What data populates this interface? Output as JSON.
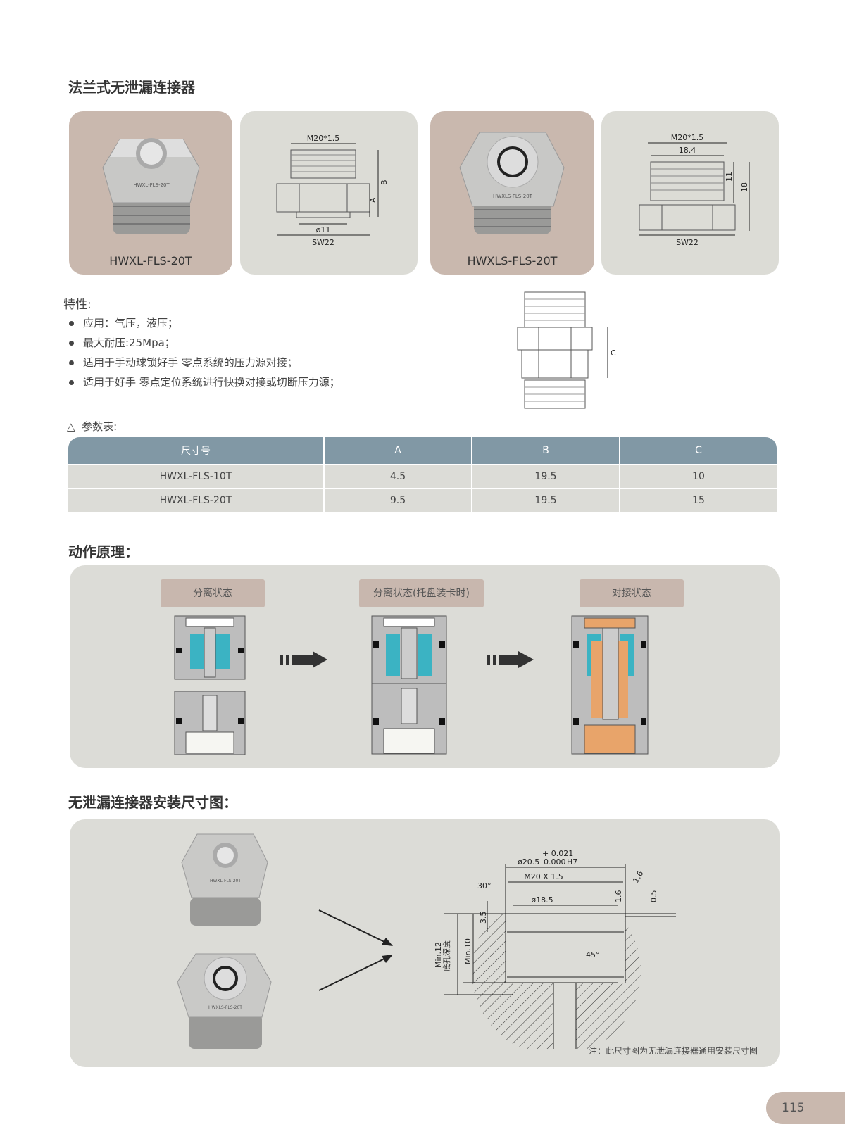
{
  "title": "法兰式无泄漏连接器",
  "products": [
    {
      "name": "HWXL-FLS-20T",
      "engraving": "HWXL-FLS-20T"
    },
    {
      "name": "HWXLS-FLS-20T",
      "engraving": "HWXLS-FLS-20T"
    }
  ],
  "drawing1": {
    "thread": "M20*1.5",
    "a": "A",
    "b": "B",
    "dia": "ø11",
    "sw": "SW22"
  },
  "drawing2": {
    "thread": "M20*1.5",
    "w": "18.4",
    "h1": "11",
    "h2": "18",
    "sw": "SW22"
  },
  "features": {
    "heading": "特性:",
    "items": [
      "应用：气压，液压；",
      "最大耐压:25Mpa；",
      "适用于手动球锁好手 零点系统的压力源对接；",
      "适用于好手 零点定位系统进行快换对接或切断压力源；"
    ]
  },
  "c_label": "C",
  "params": {
    "heading": "参数表:",
    "columns": [
      "尺寸号",
      "A",
      "B",
      "C"
    ],
    "rows": [
      [
        "HWXL-FLS-10T",
        "4.5",
        "19.5",
        "10"
      ],
      [
        "HWXL-FLS-20T",
        "9.5",
        "19.5",
        "15"
      ]
    ]
  },
  "principle": {
    "heading": "动作原理：",
    "states": [
      "分离状态",
      "分离状态(托盘装卡时)",
      "对接状态"
    ]
  },
  "install": {
    "heading": "无泄漏连接器安装尺寸图：",
    "dims": {
      "d205": "ø20.5",
      "tol_up": "+ 0.021",
      "tol_low": "0.000",
      "fit": "H7",
      "thread": "M20 X 1.5",
      "d185": "ø18.5",
      "angle30": "30°",
      "angle45": "45°",
      "depth35": "3.5",
      "min10": "Min.10",
      "min12": "Min.12",
      "hole_depth": "底孔深度",
      "r16": "1.6",
      "r16b": "1.6",
      "d05": "0.5"
    },
    "note": "注：此尺寸图为无泄漏连接器通用安装尺寸图"
  },
  "page_number": "115"
}
